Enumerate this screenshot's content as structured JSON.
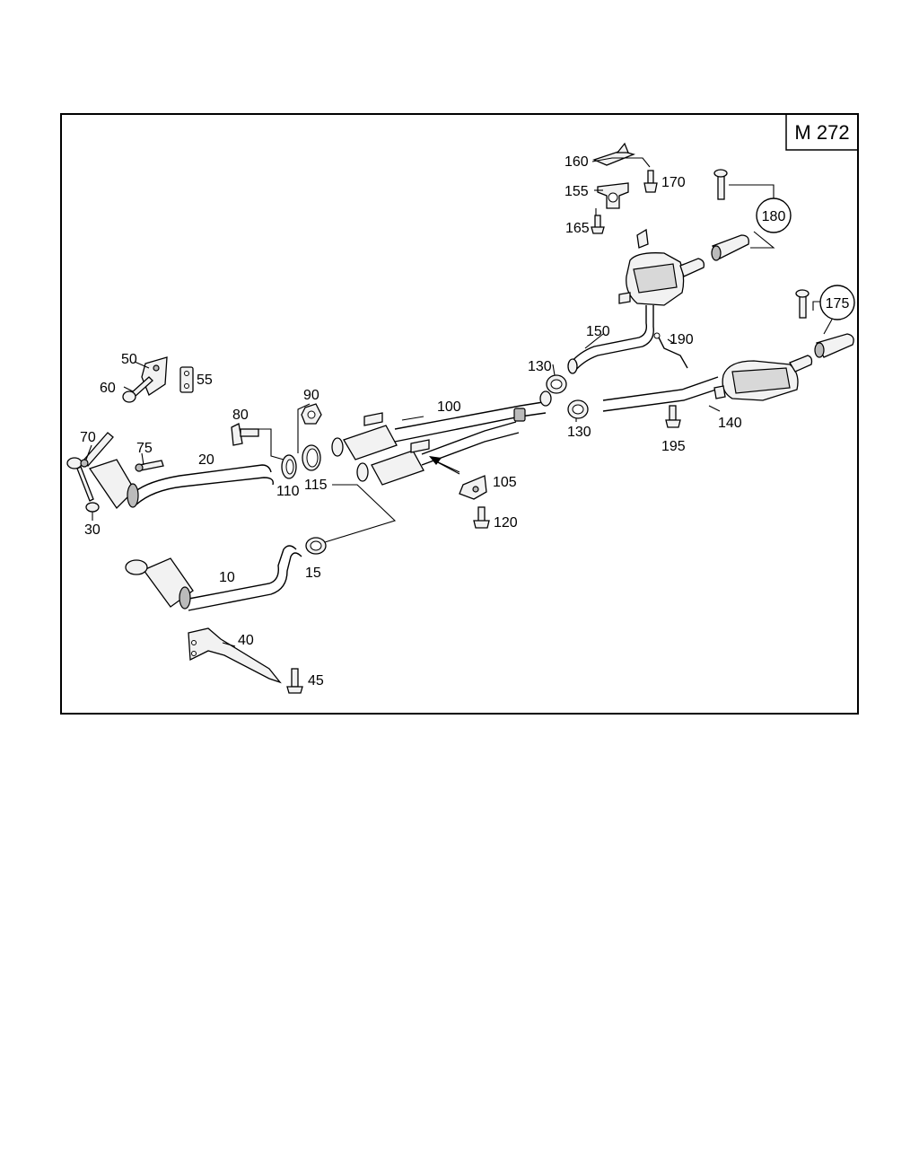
{
  "model": "M 272",
  "callouts": {
    "c10": "10",
    "c15": "15",
    "c20": "20",
    "c30": "30",
    "c40": "40",
    "c45": "45",
    "c50": "50",
    "c55": "55",
    "c60": "60",
    "c70": "70",
    "c75": "75",
    "c80": "80",
    "c90": "90",
    "c100": "100",
    "c105": "105",
    "c110": "110",
    "c115": "115",
    "c120": "120",
    "c130a": "130",
    "c130b": "130",
    "c140": "140",
    "c150": "150",
    "c155": "155",
    "c160": "160",
    "c165": "165",
    "c170": "170",
    "c175": "175",
    "c180": "180",
    "c190": "190",
    "c195": "195"
  }
}
